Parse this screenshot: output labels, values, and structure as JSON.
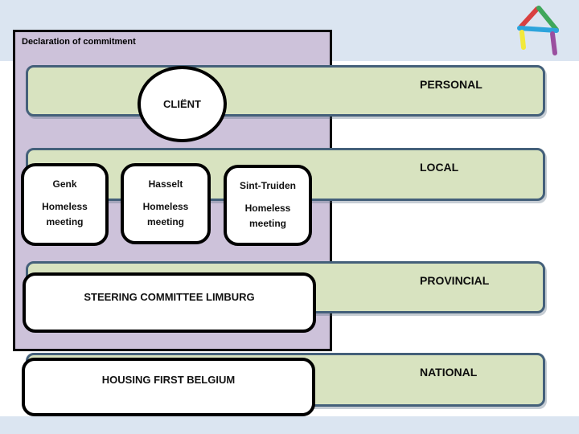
{
  "slide": {
    "commitment_box_title": "Declaration of commitment",
    "client_label": "CLIËNT",
    "levels": [
      {
        "id": "personal",
        "label": "PERSONAL"
      },
      {
        "id": "local",
        "label": "LOCAL"
      },
      {
        "id": "provincial",
        "label": "PROVINCIAL"
      },
      {
        "id": "national",
        "label": "NATIONAL"
      }
    ],
    "local_meetings": [
      {
        "city": "Genk",
        "activity": "Homeless meeting"
      },
      {
        "city": "Hasselt",
        "activity": "Homeless meeting"
      },
      {
        "city": "Sint-Truiden",
        "activity": "Homeless meeting"
      }
    ],
    "provincial_box_label": "STEERING COMMITTEE LIMBURG",
    "national_box_label": "HOUSING FIRST BELGIUM",
    "logo_icon": "housing-first-a-logo",
    "colors": {
      "band_blue": "#dbe5f1",
      "purple_fill": "#cdc2da",
      "green_fill": "#d8e3c0",
      "green_border": "#44607a",
      "box_border": "#000000",
      "logo_red": "#d94040",
      "logo_green": "#3fa75a",
      "logo_blue": "#2da4dc",
      "logo_yellow": "#f2e93c",
      "logo_purple": "#9a4f9f"
    }
  }
}
